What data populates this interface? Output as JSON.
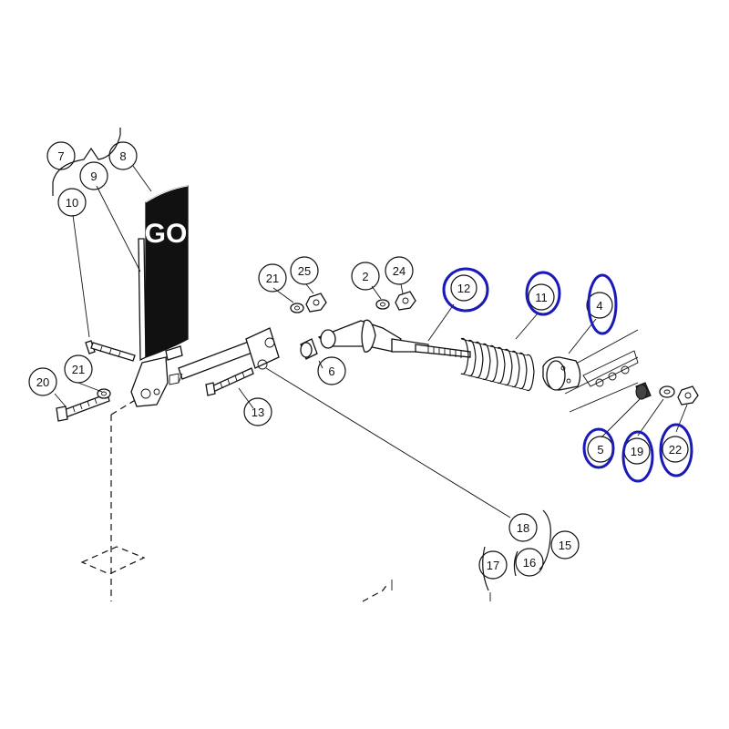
{
  "pedal_label": "GO",
  "colors": {
    "line": "#111111",
    "highlight": "#1a1ab8",
    "pedal": "#111111",
    "background": "#ffffff"
  },
  "callouts": {
    "c2": "2",
    "c4": "4",
    "c5": "5",
    "c6": "6",
    "c7": "7",
    "c8": "8",
    "c9": "9",
    "c10": "10",
    "c11": "11",
    "c12": "12",
    "c13": "13",
    "c15": "15",
    "c16": "16",
    "c17": "17",
    "c18": "18",
    "c19": "19",
    "c20": "20",
    "c21a": "21",
    "c21b": "21",
    "c22": "22",
    "c24": "24",
    "c25": "25"
  },
  "highlighted_parts": [
    "12",
    "11",
    "4",
    "5",
    "19",
    "22"
  ]
}
